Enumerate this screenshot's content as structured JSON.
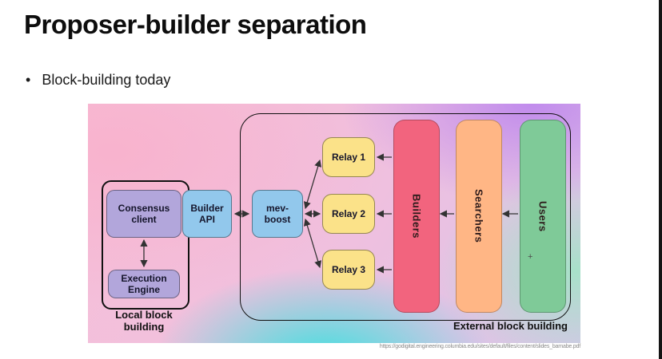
{
  "page": {
    "title": "Proposer-builder separation",
    "bullet_marker": "•",
    "bullet": "Block-building today",
    "source_url": "https://godigital.engineering.columbia.edu/sites/default/files/content/slides_barnabe.pdf"
  },
  "diagram": {
    "local_group_label": "Local block building",
    "external_group_label": "External block building",
    "cursor_glyph": "+",
    "nodes": {
      "consensus_client": "Consensus client",
      "builder_api": "Builder API",
      "execution_engine": "Execution Engine",
      "mev_boost": "mev-boost",
      "relay_1": "Relay 1",
      "relay_2": "Relay 2",
      "relay_3": "Relay 3",
      "builders": "Builders",
      "searchers": "Searchers",
      "users": "Users"
    },
    "colors": {
      "purple_node": "#b2a6db",
      "blue_node": "#92c8ec",
      "yellow_node": "#fbe289",
      "builders_red": "#f2647e",
      "searchers_orange": "#ffb685",
      "users_green": "#7fca98"
    }
  }
}
